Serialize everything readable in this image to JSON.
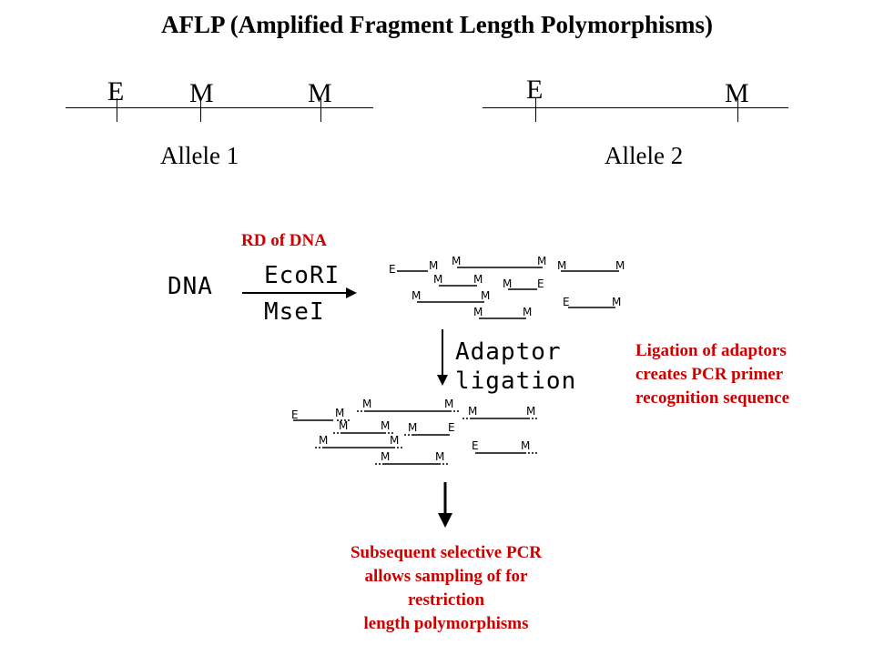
{
  "title": "AFLP (Amplified Fragment Length Polymorphisms)",
  "allele1": {
    "label": "Allele 1",
    "sites": [
      "E",
      "M",
      "M"
    ]
  },
  "allele2": {
    "label": "Allele 2",
    "sites": [
      "E",
      "M"
    ]
  },
  "digest": {
    "red_label": "RD of DNA",
    "input_label": "DNA",
    "enzyme1": "EcoRI",
    "enzyme2": "MseI"
  },
  "ligation": {
    "step_line1": "Adaptor",
    "step_line2": "ligation",
    "note_line1": "Ligation of adaptors",
    "note_line2": "creates PCR primer",
    "note_line3": "recognition sequence"
  },
  "pcr": {
    "line1": "Subsequent selective PCR",
    "line2": "allows sampling of for",
    "line3": "restriction",
    "line4": "length polymorphisms"
  },
  "colors": {
    "annotation": "#cc0000",
    "ink": "#000000"
  }
}
